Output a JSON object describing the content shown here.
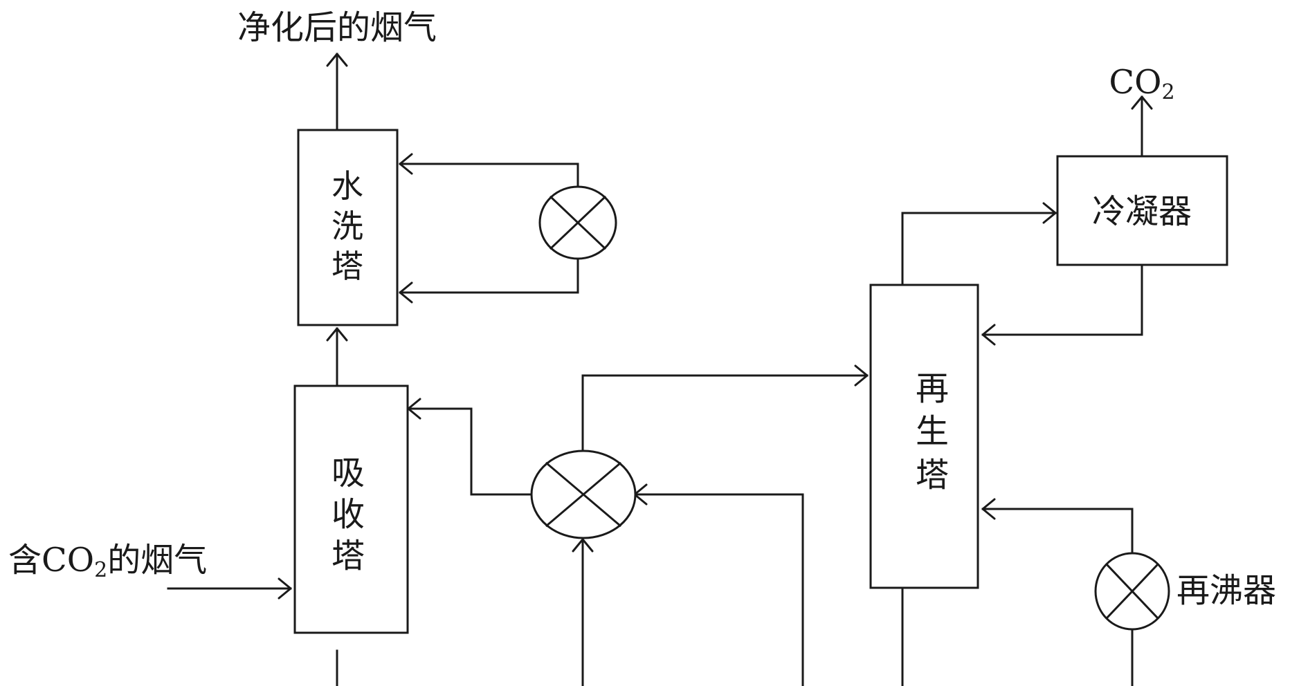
{
  "labels": {
    "purified_gas": "净化后的烟气",
    "co2_main": "CO",
    "co2_sub": "2",
    "feed_prefix": "含",
    "feed_co2": "CO",
    "feed_sub": "2",
    "feed_suffix": "的烟气",
    "wash_tower": [
      "水",
      "洗",
      "塔"
    ],
    "absorber": [
      "吸",
      "收",
      "塔"
    ],
    "regenerator": [
      "再",
      "生",
      "塔"
    ],
    "condenser": "冷凝器",
    "reboiler": "再沸器"
  },
  "colors": {
    "line": "#1a1a1a",
    "background": "#ffffff"
  }
}
